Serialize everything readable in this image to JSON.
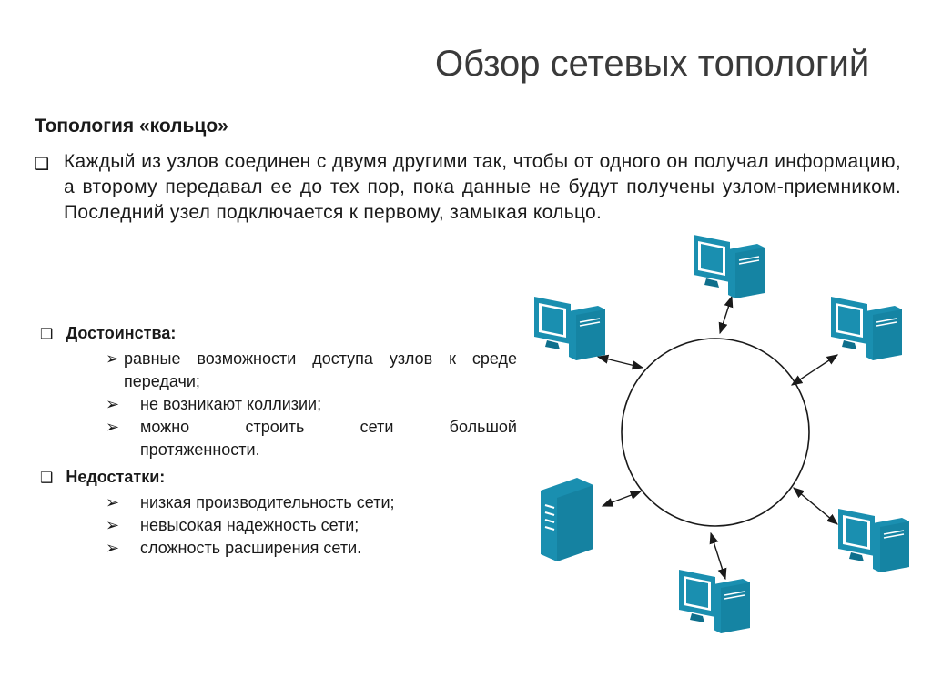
{
  "title": "Обзор сетевых топологий",
  "subtitle": "Топология «кольцо»",
  "intro": "Каждый из узлов соединен с двумя другими так, чтобы от одного он получал информацию, а второму передавал ее до тех пор, пока данные не будут получены узлом-приемником. Последний узел подключается к первому, замыкая кольцо.",
  "advantages": {
    "heading": "Достоинства:",
    "items": [
      "равные возможности доступа узлов к среде передачи;",
      "не возникают коллизии;",
      "можно строить сети большой протяженности."
    ]
  },
  "disadvantages": {
    "heading": "Недостатки:",
    "items": [
      "низкая производительность сети;",
      "невысокая надежность сети;",
      "сложность расширения сети."
    ]
  },
  "colors": {
    "device": "#1a8fb0",
    "device_dark": "#0e6f8c",
    "line": "#1a1a1a"
  },
  "diagram": {
    "nodes": [
      "computer",
      "computer",
      "computer",
      "server",
      "computer",
      "computer"
    ]
  }
}
